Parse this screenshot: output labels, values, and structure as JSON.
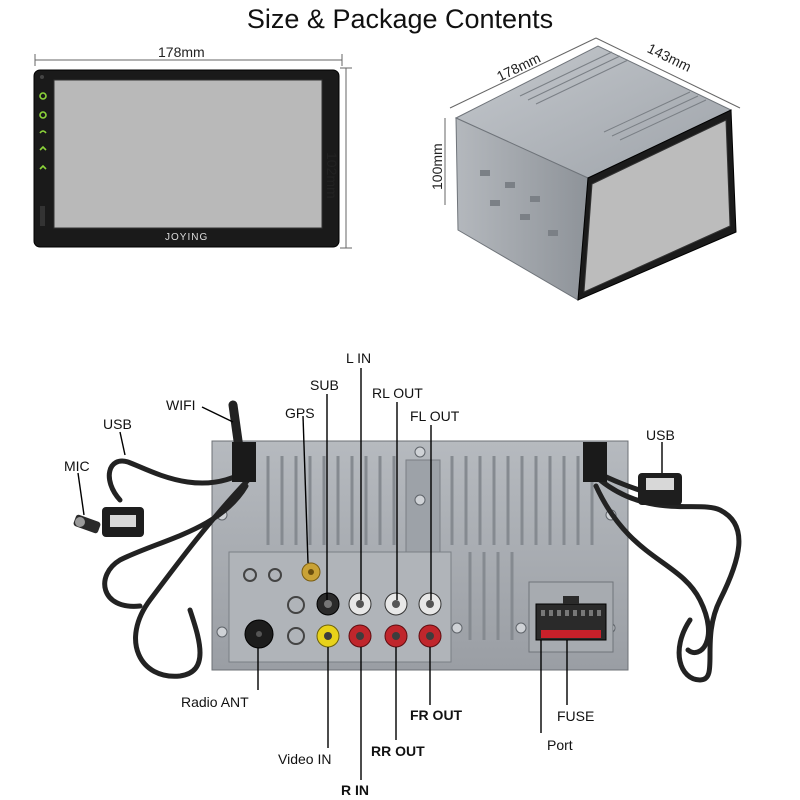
{
  "title": "Size & Package Contents",
  "front_view": {
    "width_label": "178mm",
    "height_label": "102mm",
    "brand": "JOYING"
  },
  "box_view": {
    "width_label": "178mm",
    "depth_label": "143mm",
    "height_label": "100mm"
  },
  "ports": {
    "l_in": "L IN",
    "sub": "SUB",
    "rl_out": "RL OUT",
    "wifi": "WIFI",
    "gps": "GPS",
    "fl_out": "FL OUT",
    "usb_left": "USB",
    "usb_right": "USB",
    "mic": "MIC",
    "radio_ant": "Radio ANT",
    "fr_out": "FR OUT",
    "fuse": "FUSE",
    "port": "Port",
    "video_in": "Video IN",
    "rr_out": "RR OUT",
    "r_in": "R IN"
  },
  "colors": {
    "rca_red": "#c0262c",
    "rca_yellow": "#e8d21a",
    "rca_white": "#e8e8e8",
    "connector_red": "#c8202a",
    "button_green": "#8cd43a",
    "panel": "#a9adb2",
    "screen": "#b9b9b9"
  }
}
